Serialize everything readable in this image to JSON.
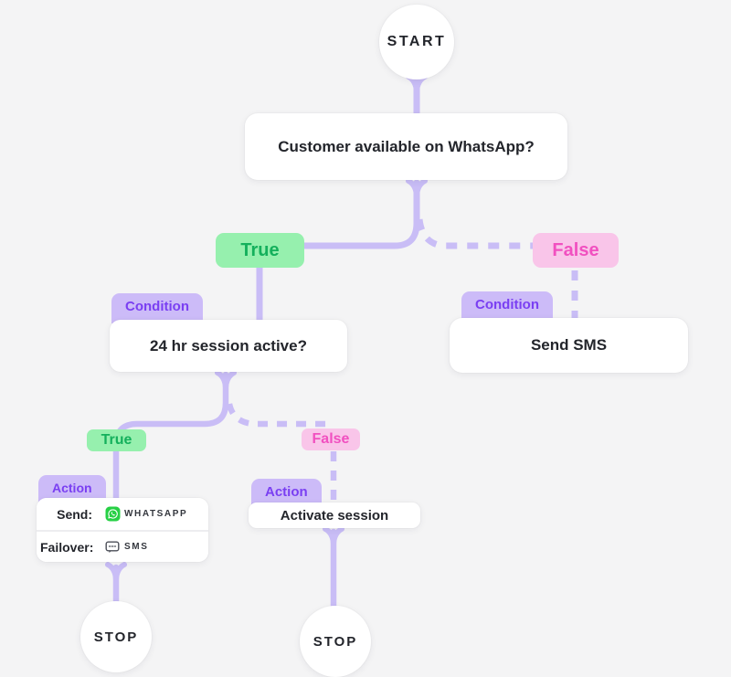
{
  "flowchart": {
    "start": {
      "label": "START"
    },
    "root_question": {
      "label": "Customer available on WhatsApp?"
    },
    "branch_level1": {
      "true_label": "True",
      "false_label": "False"
    },
    "condition_left": {
      "badge": "Condition",
      "label": "24 hr session active?"
    },
    "condition_right": {
      "badge": "Condition",
      "label": "Send SMS"
    },
    "branch_level2": {
      "true_label": "True",
      "false_label": "False"
    },
    "action_left": {
      "badge": "Action",
      "rows": [
        {
          "label": "Send:",
          "channel": "WHATSAPP",
          "icon": "whatsapp-icon"
        },
        {
          "label": "Failover:",
          "channel": "SMS",
          "icon": "sms-icon"
        }
      ]
    },
    "action_right": {
      "badge": "Action",
      "label": "Activate session"
    },
    "stop_left": {
      "label": "STOP"
    },
    "stop_right": {
      "label": "STOP"
    }
  },
  "colors": {
    "background": "#f4f4f5",
    "connector": "#c9bdf6",
    "node_bg": "#ffffff",
    "text": "#23252b",
    "true_bg": "#96f0ae",
    "true_text": "#14b05c",
    "false_bg": "#f9c5e9",
    "false_text": "#f150c0",
    "badge_bg": "#ccbbf8",
    "badge_text": "#7a3ff2",
    "whatsapp_green": "#27d045",
    "sms_icon": "#4b4e57"
  }
}
